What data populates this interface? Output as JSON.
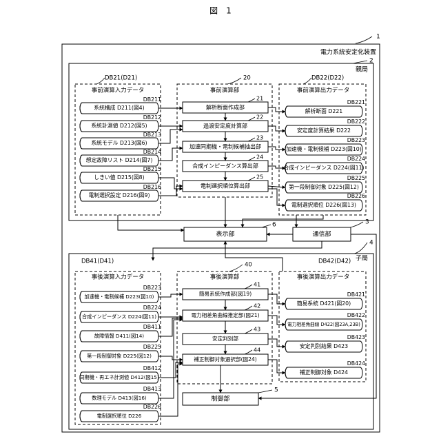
{
  "figure_title": "図　1",
  "system": {
    "ref": "1",
    "label": "電力系統安定化装置"
  },
  "parent": {
    "ref": "2",
    "label": "親局",
    "input_group": {
      "title": "事前演算入力データ",
      "label": "DB21(D21)",
      "items": [
        {
          "db": "DB211",
          "text": "系統構成 D211(図4)"
        },
        {
          "db": "DB212",
          "text": "系統計測値 D212(図5)"
        },
        {
          "db": "DB213",
          "text": "系統モデル D213(図6)"
        },
        {
          "db": "DB214",
          "text": "想定故障リスト D214(図7)"
        },
        {
          "db": "DB215",
          "text": "しきい値 D215(図8)"
        },
        {
          "db": "DB216",
          "text": "電制選択設定 D216(図9)"
        }
      ]
    },
    "process_group": {
      "title": "事前演算部",
      "ref": "20",
      "items": [
        {
          "ref": "21",
          "text": "解析断面作成部"
        },
        {
          "ref": "22",
          "text": "過渡安定度計算部"
        },
        {
          "ref": "23",
          "text": "加速同期機・電制候補抽出部"
        },
        {
          "ref": "24",
          "text": "合成インピーダンス算出部"
        },
        {
          "ref": "25",
          "text": "電制選択順位算出部"
        }
      ]
    },
    "output_group": {
      "title": "事前演算出力データ",
      "label": "DB22(D22)",
      "items": [
        {
          "db": "DB221",
          "text": "解析断面 D221"
        },
        {
          "db": "DB222",
          "text": "安定度計算結果 D222"
        },
        {
          "db": "DB223",
          "text": "加速機・電制候補 D223(図10)"
        },
        {
          "db": "DB224",
          "text": "合成インピーダンス D224(図11)"
        },
        {
          "db": "DB225",
          "text": "第一段制御対象 D225(図12)"
        },
        {
          "db": "DB226",
          "text": "電制選択順位 D226(図13)"
        }
      ]
    }
  },
  "display": {
    "ref": "6",
    "label": "表示部"
  },
  "comm": {
    "ref": "3",
    "label": "通信部"
  },
  "child": {
    "ref": "4",
    "label": "子局",
    "input_group": {
      "title": "事後演算入力データ",
      "label": "DB41(D41)",
      "items": [
        {
          "db": "DB223",
          "text": "加速機・電制候補 D223(図10)"
        },
        {
          "db": "DB224",
          "text": "合成インピーダンス D224(図11)"
        },
        {
          "db": "DB411",
          "text": "故障情報 D411(図14)"
        },
        {
          "db": "DB225",
          "text": "第一段制御対象 D225(図12)"
        },
        {
          "db": "DB412",
          "text": "同期機・再エネ計測値 D412(図15)"
        },
        {
          "db": "DB413",
          "text": "数理モデル D413(図16)"
        },
        {
          "db": "DB226",
          "text": "電制選択順位 D226"
        }
      ]
    },
    "process_group": {
      "title": "事後演算部",
      "ref": "40",
      "items": [
        {
          "ref": "41",
          "text": "簡易系統作成部(図19)"
        },
        {
          "ref": "42",
          "text": "電力相差角曲線推定部(図21)"
        },
        {
          "ref": "43",
          "text": "安定判別部"
        },
        {
          "ref": "44",
          "text": "補正制御対象選択部(図24)"
        }
      ]
    },
    "output_group": {
      "title": "事後演算出力データ",
      "label": "DB42(D42)",
      "items": [
        {
          "db": "DB421",
          "text": "簡易系統 D421(図20)"
        },
        {
          "db": "DB422",
          "text": "電力相差角曲線 D422(図23A,23B)"
        },
        {
          "db": "DB423",
          "text": "安定判別結果 D423"
        },
        {
          "db": "DB424",
          "text": "補正制御対象 D424"
        }
      ]
    }
  },
  "control": {
    "ref": "5",
    "label": "制御部"
  }
}
